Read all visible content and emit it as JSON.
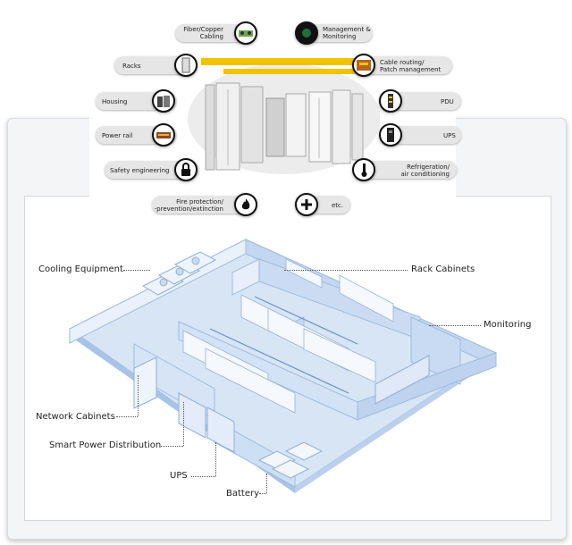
{
  "top_labels": {
    "fiber": "Fiber/Copper\nCabling",
    "management": "Management &\nMonitoring",
    "racks": "Racks",
    "cable_routing": "Cable routing/\nPatch management",
    "housing": "Housing",
    "pdu": "PDU",
    "power_rail": "Power rail",
    "ups": "UPS",
    "safety": "Safety engineering",
    "refrigeration": "Refrigeration/\nair conditioning",
    "fire": "Fire protection/\n-prevention/extinction",
    "etc": "etc."
  },
  "floor_labels": {
    "cooling": "Cooling Equipment",
    "rack_cabinets": "Rack Cabinets",
    "monitoring": "Monitoring",
    "network": "Network Cabinets",
    "smart_power": "Smart Power Distribution",
    "ups": "UPS",
    "battery": "Battery"
  },
  "colors": {
    "accent_yellow": "#f2c200",
    "floor_blue": "#cfe0f3",
    "wall_blue": "#a9c4e4"
  }
}
